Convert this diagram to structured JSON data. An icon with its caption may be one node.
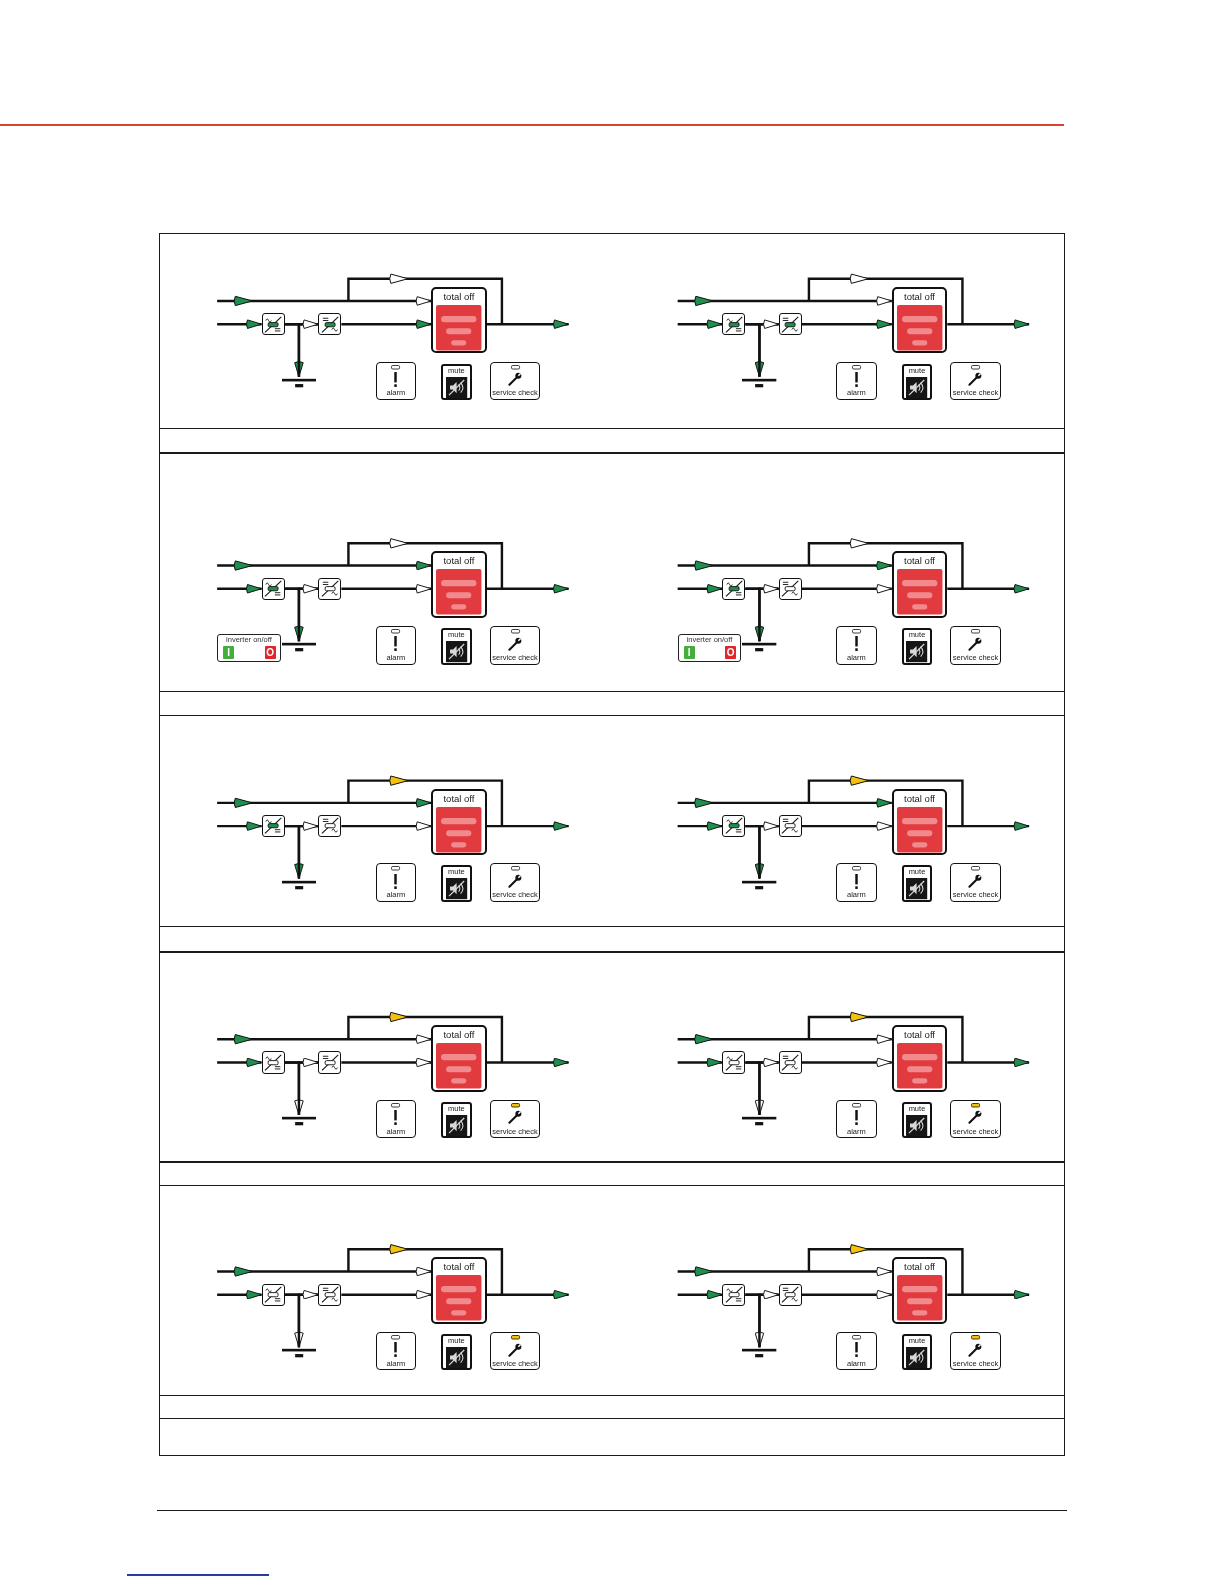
{
  "diagram": {
    "nodes": [
      {
        "text": [],
        "shape": "box"
      },
      {
        "text": [],
        "shape": "box"
      },
      {
        "text": [
          "total off"
        ]
      },
      {
        "text": [],
        "shape": "battery"
      },
      {
        "text": [
          "alarm"
        ]
      },
      {
        "text": [
          "mute"
        ]
      },
      {
        "text": [
          "service check"
        ]
      },
      {
        "text": [],
        "shape": "box"
      },
      {
        "text": [],
        "shape": "box"
      },
      {
        "text": [
          "total off"
        ]
      },
      {
        "text": [],
        "shape": "battery"
      },
      {
        "text": [
          "alarm"
        ]
      },
      {
        "text": [
          "mute"
        ]
      },
      {
        "text": [
          "service check"
        ]
      },
      {
        "text": [],
        "shape": "box"
      },
      {
        "text": [],
        "shape": "box"
      },
      {
        "text": [
          "total off"
        ]
      },
      {
        "text": [],
        "shape": "battery"
      },
      {
        "text": [
          "inverter on/off"
        ]
      },
      {
        "text": [
          "I"
        ],
        "in": 18
      },
      {
        "text": [
          "O"
        ],
        "in": 18
      },
      {
        "text": [
          "alarm"
        ]
      },
      {
        "text": [
          "mute"
        ]
      },
      {
        "text": [
          "service check"
        ]
      },
      {
        "text": [],
        "shape": "box"
      },
      {
        "text": [],
        "shape": "box"
      },
      {
        "text": [
          "total off"
        ]
      },
      {
        "text": [],
        "shape": "battery"
      },
      {
        "text": [
          "inverter on/off"
        ]
      },
      {
        "text": [
          "I"
        ],
        "in": 28
      },
      {
        "text": [
          "O"
        ],
        "in": 28
      },
      {
        "text": [
          "alarm"
        ]
      },
      {
        "text": [
          "mute"
        ]
      },
      {
        "text": [
          "service check"
        ]
      },
      {
        "text": [],
        "shape": "box"
      },
      {
        "text": [],
        "shape": "box"
      },
      {
        "text": [
          "total off"
        ]
      },
      {
        "text": [],
        "shape": "battery"
      },
      {
        "text": [
          "alarm"
        ]
      },
      {
        "text": [
          "mute"
        ]
      },
      {
        "text": [
          "service check"
        ]
      },
      {
        "text": [],
        "shape": "box"
      },
      {
        "text": [],
        "shape": "box"
      },
      {
        "text": [
          "total off"
        ]
      },
      {
        "text": [],
        "shape": "battery"
      },
      {
        "text": [
          "alarm"
        ]
      },
      {
        "text": [
          "mute"
        ]
      },
      {
        "text": [
          "service check"
        ]
      },
      {
        "text": [],
        "shape": "box"
      },
      {
        "text": [],
        "shape": "box"
      },
      {
        "text": [
          "total off"
        ]
      },
      {
        "text": [],
        "shape": "battery"
      },
      {
        "text": [
          "alarm"
        ]
      },
      {
        "text": [
          "mute"
        ]
      },
      {
        "text": [
          "service check"
        ]
      },
      {
        "text": [],
        "shape": "box"
      },
      {
        "text": [],
        "shape": "box"
      },
      {
        "text": [
          "total off"
        ]
      },
      {
        "text": [],
        "shape": "battery"
      },
      {
        "text": [
          "alarm"
        ]
      },
      {
        "text": [
          "mute"
        ]
      },
      {
        "text": [
          "service check"
        ]
      },
      {
        "text": [],
        "shape": "box"
      },
      {
        "text": [],
        "shape": "box"
      },
      {
        "text": [
          "total off"
        ]
      },
      {
        "text": [],
        "shape": "battery"
      },
      {
        "text": [
          "alarm"
        ]
      },
      {
        "text": [
          "mute"
        ]
      },
      {
        "text": [
          "service check"
        ]
      },
      {
        "text": [],
        "shape": "box"
      },
      {
        "text": [],
        "shape": "box"
      },
      {
        "text": [
          "total off"
        ]
      },
      {
        "text": [],
        "shape": "battery"
      },
      {
        "text": [
          "alarm"
        ]
      },
      {
        "text": [
          "mute"
        ]
      },
      {
        "text": [
          "service check"
        ]
      }
    ],
    "edges": [
      {
        "from": null,
        "to": 0,
        "arrow": "to"
      },
      {
        "from": 0,
        "to": 1,
        "arrow": "none"
      },
      {
        "from": 0,
        "to": 3,
        "arrow": "to"
      },
      {
        "from": 3,
        "to": 1,
        "arrow": "to"
      },
      {
        "from": 1,
        "to": 2,
        "arrow": "to"
      },
      {
        "from": null,
        "to": 2,
        "arrow": "to"
      },
      {
        "from": 2,
        "to": null,
        "arrow": "to"
      },
      {
        "from": null,
        "to": 7,
        "arrow": "to"
      },
      {
        "from": 7,
        "to": 8,
        "arrow": "none"
      },
      {
        "from": 7,
        "to": 10,
        "arrow": "to"
      },
      {
        "from": 10,
        "to": 8,
        "arrow": "to"
      },
      {
        "from": 8,
        "to": 9,
        "arrow": "to"
      },
      {
        "from": null,
        "to": 9,
        "arrow": "to"
      },
      {
        "from": 9,
        "to": null,
        "arrow": "to"
      },
      {
        "from": null,
        "to": 14,
        "arrow": "to"
      },
      {
        "from": 14,
        "to": 15,
        "arrow": "none"
      },
      {
        "from": 14,
        "to": 17,
        "arrow": "to"
      },
      {
        "from": 17,
        "to": 15,
        "arrow": "to"
      },
      {
        "from": 15,
        "to": 16,
        "arrow": "to"
      },
      {
        "from": null,
        "to": 16,
        "arrow": "to"
      },
      {
        "from": 16,
        "to": null,
        "arrow": "to"
      },
      {
        "from": null,
        "to": 24,
        "arrow": "to"
      },
      {
        "from": 24,
        "to": 25,
        "arrow": "none"
      },
      {
        "from": 24,
        "to": 27,
        "arrow": "to"
      },
      {
        "from": 27,
        "to": 25,
        "arrow": "to"
      },
      {
        "from": 25,
        "to": 26,
        "arrow": "to"
      },
      {
        "from": null,
        "to": 26,
        "arrow": "to"
      },
      {
        "from": 26,
        "to": null,
        "arrow": "to"
      },
      {
        "from": null,
        "to": 34,
        "arrow": "to"
      },
      {
        "from": 34,
        "to": 35,
        "arrow": "none"
      },
      {
        "from": 34,
        "to": 37,
        "arrow": "to"
      },
      {
        "from": 37,
        "to": 35,
        "arrow": "to"
      },
      {
        "from": 35,
        "to": 36,
        "arrow": "to"
      },
      {
        "from": null,
        "to": 36,
        "arrow": "to"
      },
      {
        "from": 36,
        "to": null,
        "arrow": "to"
      },
      {
        "from": null,
        "to": 41,
        "arrow": "to"
      },
      {
        "from": 41,
        "to": 42,
        "arrow": "none"
      },
      {
        "from": 41,
        "to": 44,
        "arrow": "to"
      },
      {
        "from": 44,
        "to": 42,
        "arrow": "to"
      },
      {
        "from": 42,
        "to": 43,
        "arrow": "to"
      },
      {
        "from": null,
        "to": 43,
        "arrow": "to"
      },
      {
        "from": 43,
        "to": null,
        "arrow": "to"
      },
      {
        "from": null,
        "to": 48,
        "arrow": "to"
      },
      {
        "from": 48,
        "to": 49,
        "arrow": "none"
      },
      {
        "from": 48,
        "to": 51,
        "arrow": "to"
      },
      {
        "from": 51,
        "to": 49,
        "arrow": "to"
      },
      {
        "from": 49,
        "to": 50,
        "arrow": "to"
      },
      {
        "from": null,
        "to": 50,
        "arrow": "to"
      },
      {
        "from": 50,
        "to": null,
        "arrow": "to"
      },
      {
        "from": null,
        "to": 55,
        "arrow": "to"
      },
      {
        "from": 55,
        "to": 56,
        "arrow": "none"
      },
      {
        "from": 55,
        "to": 58,
        "arrow": "to"
      },
      {
        "from": 58,
        "to": 56,
        "arrow": "to"
      },
      {
        "from": 56,
        "to": 57,
        "arrow": "to"
      },
      {
        "from": null,
        "to": 57,
        "arrow": "to"
      },
      {
        "from": 57,
        "to": null,
        "arrow": "to"
      },
      {
        "from": null,
        "to": 62,
        "arrow": "to"
      },
      {
        "from": 62,
        "to": 63,
        "arrow": "none"
      },
      {
        "from": 62,
        "to": 65,
        "arrow": "to"
      },
      {
        "from": 65,
        "to": 63,
        "arrow": "to"
      },
      {
        "from": 63,
        "to": 64,
        "arrow": "to"
      },
      {
        "from": null,
        "to": 64,
        "arrow": "to"
      },
      {
        "from": 64,
        "to": null,
        "arrow": "to"
      },
      {
        "from": null,
        "to": 69,
        "arrow": "to"
      },
      {
        "from": 69,
        "to": 70,
        "arrow": "none"
      },
      {
        "from": 69,
        "to": 72,
        "arrow": "to"
      },
      {
        "from": 72,
        "to": 70,
        "arrow": "to"
      },
      {
        "from": 70,
        "to": 71,
        "arrow": "to"
      },
      {
        "from": null,
        "to": 71,
        "arrow": "to"
      },
      {
        "from": 71,
        "to": null,
        "arrow": "to"
      }
    ]
  }
}
